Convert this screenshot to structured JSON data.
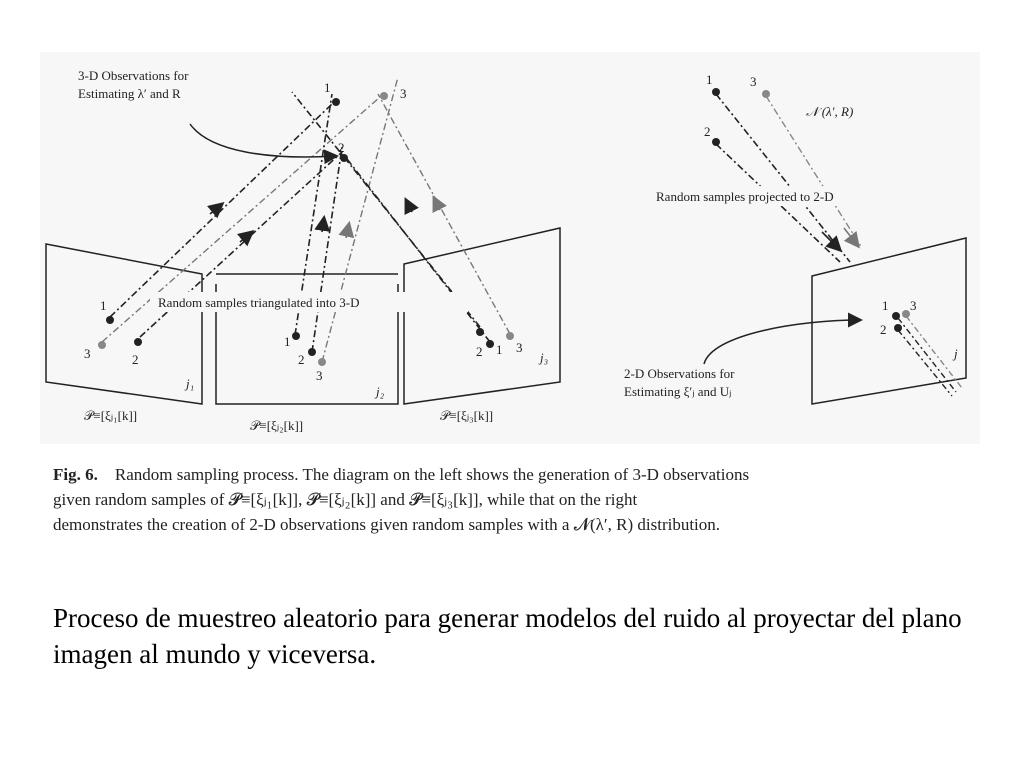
{
  "figure": {
    "left_panel": {
      "label_3d_line1": "3-D Observations for",
      "label_3d_line2": "Estimating λ′ and R",
      "label_triangulated": "Random samples triangulated into 3-D",
      "points": [
        "1",
        "2",
        "3"
      ],
      "cam_j1": "j₁",
      "cam_j2": "j₂",
      "cam_j3": "j₃",
      "under_left": "𝒫≡[ξⱼ₁[k]]",
      "under_mid": "𝒫≡[ξⱼ₂[k]]",
      "under_right": "𝒫≡[ξⱼ₃[k]]"
    },
    "right_panel": {
      "normal_label": "𝒩 (λ′, R)",
      "projected_label": "Random samples projected to 2-D",
      "label_2d_line1": "2-D Observations for",
      "label_2d_line2": "Estimating ξ′ⱼ and Uⱼ",
      "cam_j": "j",
      "points": [
        "1",
        "2",
        "3"
      ]
    }
  },
  "caption": {
    "fig_label": "Fig. 6.",
    "line1": "Random sampling process. The diagram on the left shows the generation of 3-D observations",
    "line2": "given random samples of 𝓟≡[ξⱼ₁[k]], 𝓟≡[ξⱼ₂[k]] and 𝓟≡[ξⱼ₃[k]], while that on the right",
    "line3": "demonstrates the creation of 2-D observations given random samples with a 𝓝(λ′, R) distribution."
  },
  "spanish_text": "Proceso de muestreo aleatorio para generar modelos del ruido al proyectar del plano imagen al mundo y viceversa."
}
